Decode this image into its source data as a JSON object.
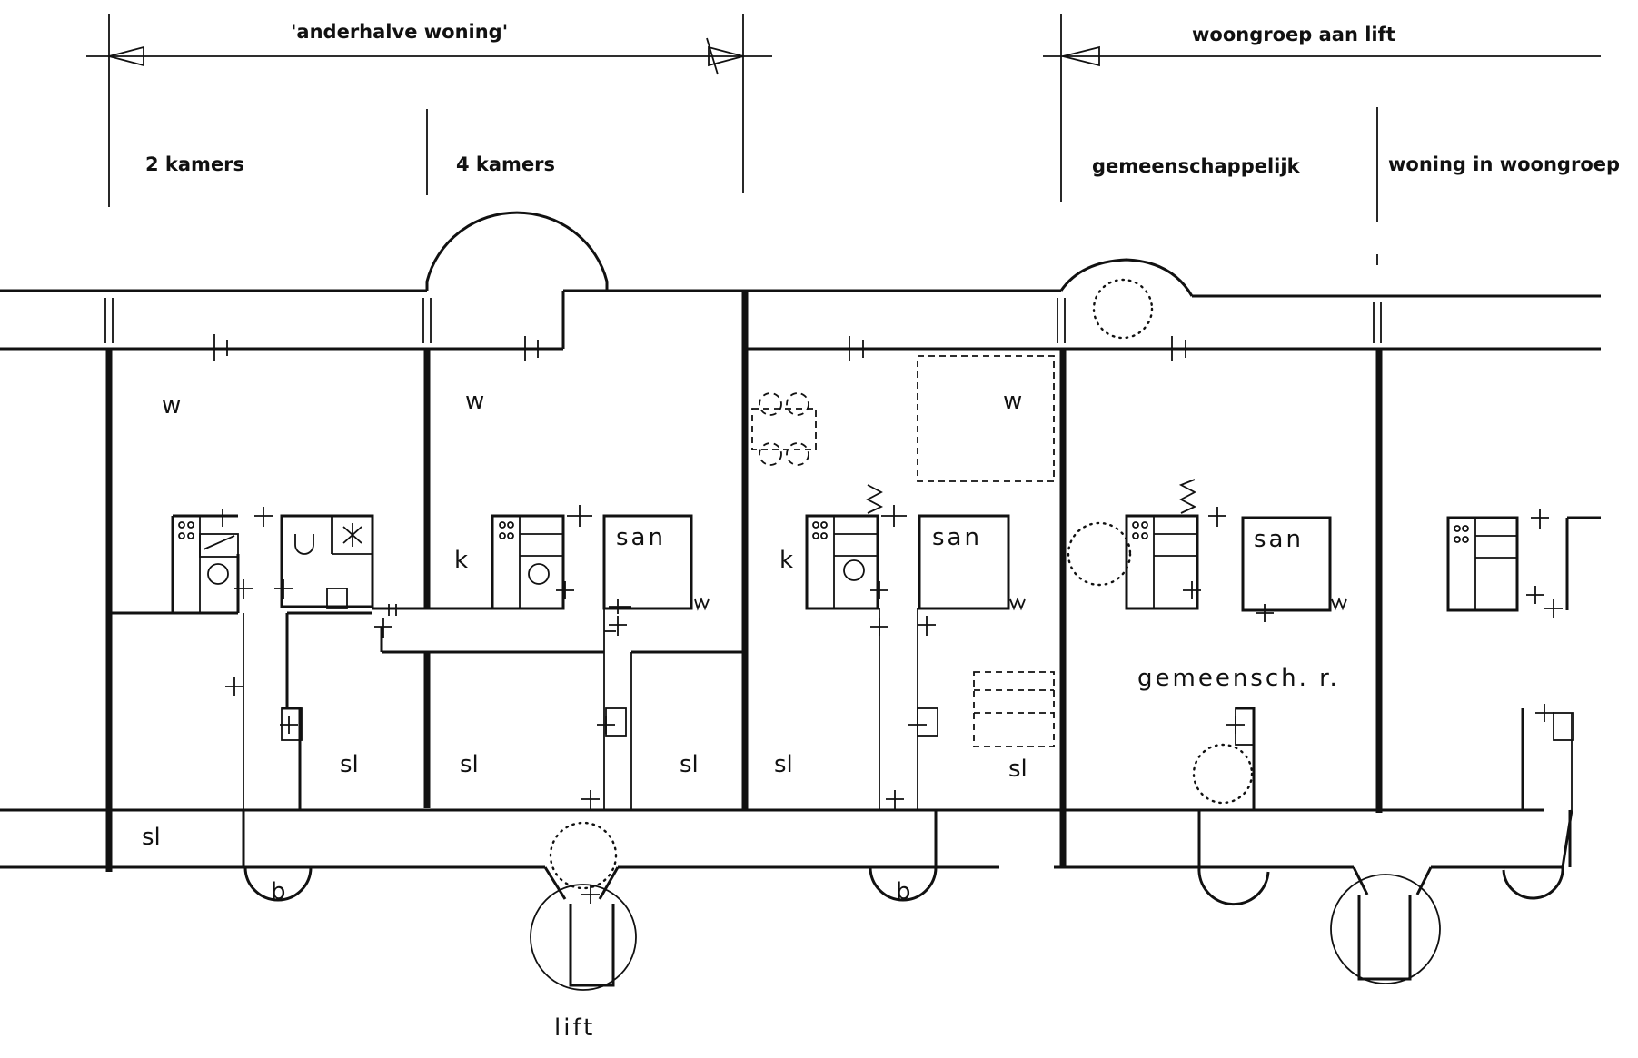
{
  "headers": {
    "anderhalve_woning": "'anderhalve woning'",
    "woongroep_aan_lift": "woongroep aan lift",
    "twee_kamers": "2 kamers",
    "vier_kamers": "4 kamers",
    "gemeenschappelijk": "gemeenschappelijk",
    "woning_in_woongroep": "woning in woongroep"
  },
  "rooms": {
    "w1": "w",
    "w2": "w",
    "w3": "w",
    "k1": "k",
    "k2": "k",
    "san1": "san",
    "san2": "san",
    "san3": "san",
    "sl1": "sl",
    "sl2": "sl",
    "sl3": "sl",
    "sl4": "sl",
    "sl5": "sl",
    "sl6": "sl",
    "b1": "b",
    "b2": "b",
    "gemeensch_r": "gemeensch. r.",
    "lift": "lift"
  }
}
